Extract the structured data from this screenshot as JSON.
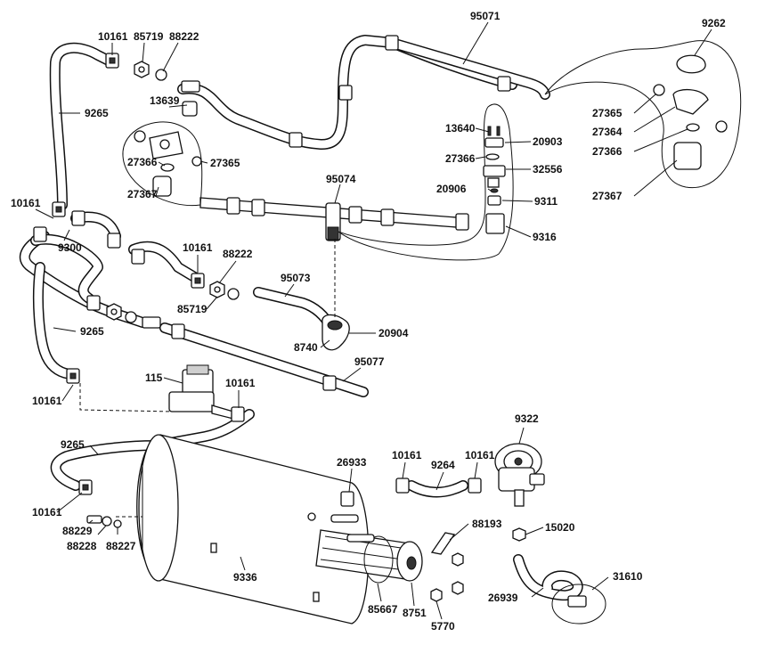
{
  "labels": [
    "10161",
    "85719",
    "88222",
    "9265",
    "13639",
    "27366",
    "27365",
    "27367",
    "95071",
    "9262",
    "27365",
    "27364",
    "27366",
    "27367",
    "13640",
    "20903",
    "27366",
    "32556",
    "20906",
    "9311",
    "9316",
    "95074",
    "10161",
    "9300",
    "10161",
    "88222",
    "95073",
    "85719",
    "9265",
    "8740",
    "20904",
    "95077",
    "115",
    "10161",
    "10161",
    "9265",
    "10161",
    "26933",
    "10161",
    "9264",
    "10161",
    "9322",
    "88193",
    "15020",
    "88229",
    "88228",
    "88227",
    "9336",
    "85667",
    "8751",
    "5770",
    "26939",
    "31610"
  ]
}
